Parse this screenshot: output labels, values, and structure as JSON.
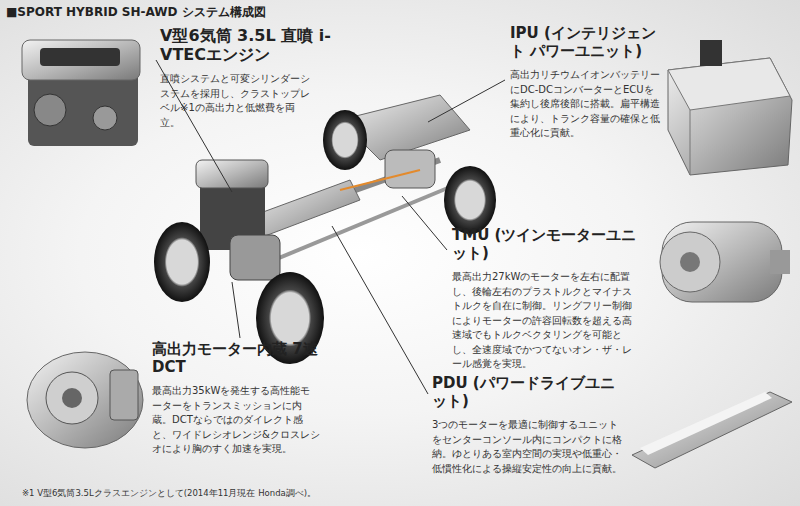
{
  "diagram": {
    "title": "■SPORT HYBRID SH-AWD システム構成図",
    "nodes": [
      {
        "text": [
          "V型6気筒 3.5L 直噴 i-VTECエンジン",
          "直噴システムと可変シリンダーシステムを採用し、クラストップレベル※1の高出力と低燃費を両立。"
        ]
      },
      {
        "text": [
          "IPU (インテリジェント パワーユニット)",
          "高出力リチウムイオンバッテリーにDC-DCコンバーターとECUを集約し後席後部に搭載。扁平構造により、トランク容量の確保と低重心化に貢献。"
        ]
      },
      {
        "text": [
          "TMU (ツインモーターユニット)",
          "最高出力27kWのモーターを左右に配置し、後輪左右のプラストルクとマイナストルクを自在に制御。リングフリー制御によりモーターの許容回転数を超える高速域でもトルクベクタリングを可能とし、全速度域でかつてないオン・ザ・レール感覚を実現。"
        ]
      },
      {
        "text": [
          "高出力モーター内蔵 7速DCT",
          "最高出力35kWを発生する高性能モーターをトランスミッションに内蔵。DCTならではのダイレクト感と、ワイドレシオレンジ&クロスレシオにより胸のすく加速を実現。"
        ]
      },
      {
        "text": [
          "PDU (パワードライブユニット)",
          "3つのモーターを最適に制御するユニットをセンターコンソール内にコンパクトに格納。ゆとりある室内空間の実現や低重心・低慣性化による操縦安定性の向上に貢献。"
        ]
      }
    ],
    "labels": [
      "※1 V型6気筒3.5Lクラスエンジンとして(2014年11月現在 Honda調べ)。"
    ]
  }
}
